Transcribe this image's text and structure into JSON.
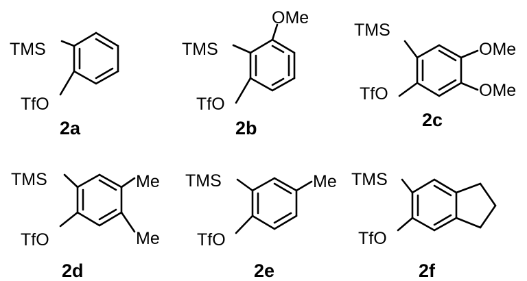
{
  "compounds": [
    {
      "id": "2a",
      "labels": {
        "tms": "TMS",
        "otf": "TfO"
      }
    },
    {
      "id": "2b",
      "labels": {
        "tms": "TMS",
        "otf": "TfO",
        "ome": "OMe"
      }
    },
    {
      "id": "2c",
      "labels": {
        "tms": "TMS",
        "otf": "TfO",
        "ome1": "OMe",
        "ome2": "OMe"
      }
    },
    {
      "id": "2d",
      "labels": {
        "tms": "TMS",
        "otf": "TfO",
        "me1": "Me",
        "me2": "Me"
      }
    },
    {
      "id": "2e",
      "labels": {
        "tms": "TMS",
        "otf": "TfO",
        "me": "Me"
      }
    },
    {
      "id": "2f",
      "labels": {
        "tms": "TMS",
        "otf": "TfO"
      }
    }
  ]
}
